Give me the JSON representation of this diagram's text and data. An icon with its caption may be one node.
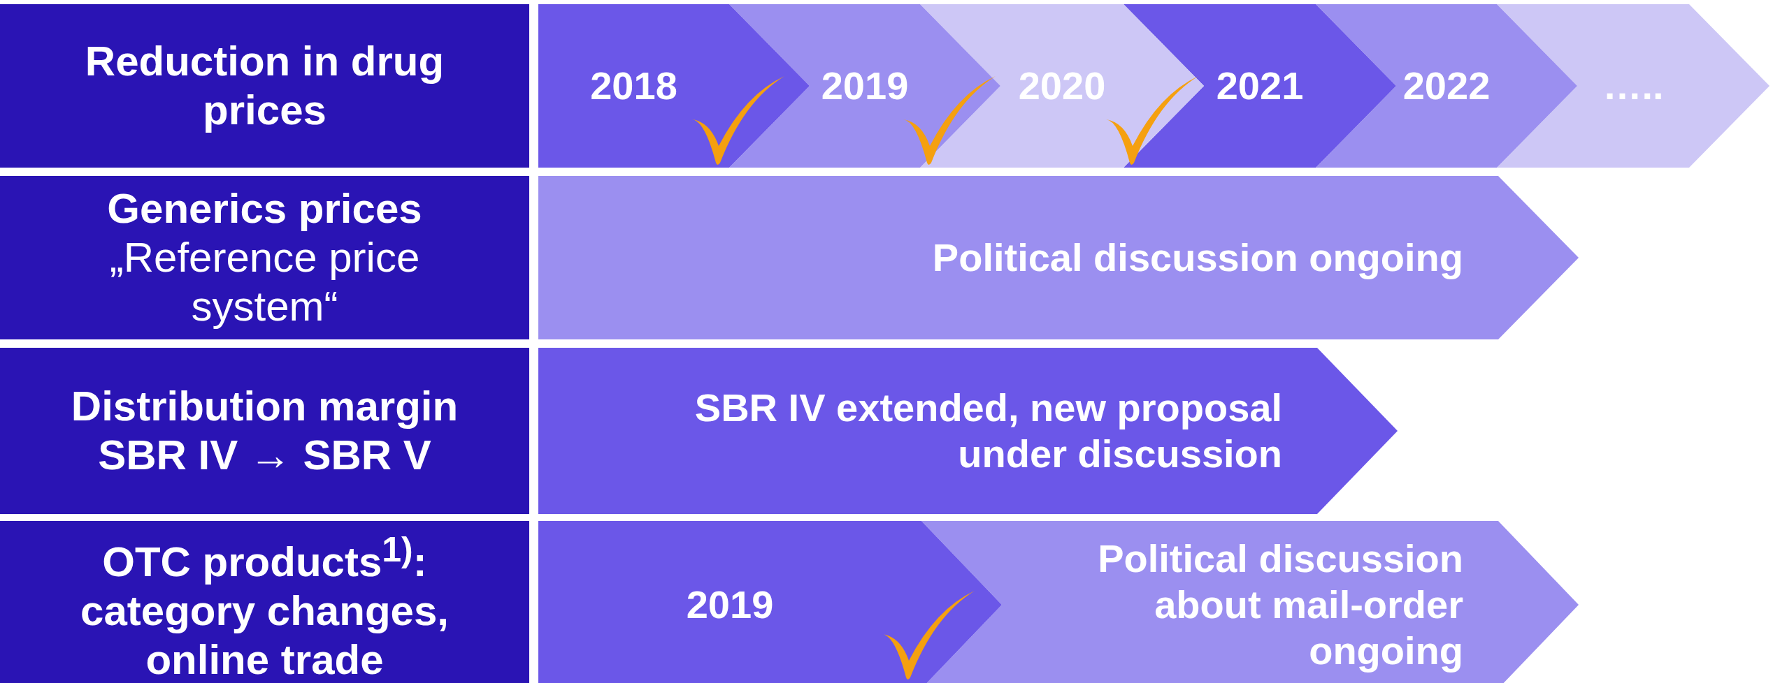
{
  "diagram": {
    "nodes": [
      {
        "text": [
          "Reduction in drug prices"
        ]
      },
      {
        "text": [
          "2018"
        ]
      },
      {
        "text": [
          "2019"
        ]
      },
      {
        "text": [
          "2020"
        ]
      },
      {
        "text": [
          "2021"
        ]
      },
      {
        "text": [
          "2022"
        ]
      },
      {
        "text": [
          "….."
        ]
      },
      {
        "text": [
          "Generics prices",
          "„Reference price system“"
        ]
      },
      {
        "text": [
          "Political discussion ongoing"
        ]
      },
      {
        "text": [
          "Distribution margin SBR IV → SBR V"
        ]
      },
      {
        "text": [
          "SBR IV extended, new proposal under discussion"
        ]
      },
      {
        "text": [
          "OTC products$^{1)}$: category changes, online trade"
        ]
      },
      {
        "text": [
          "2019"
        ]
      },
      {
        "text": [
          "Political discussion about mail-order ongoing"
        ]
      }
    ],
    "edges": []
  }
}
